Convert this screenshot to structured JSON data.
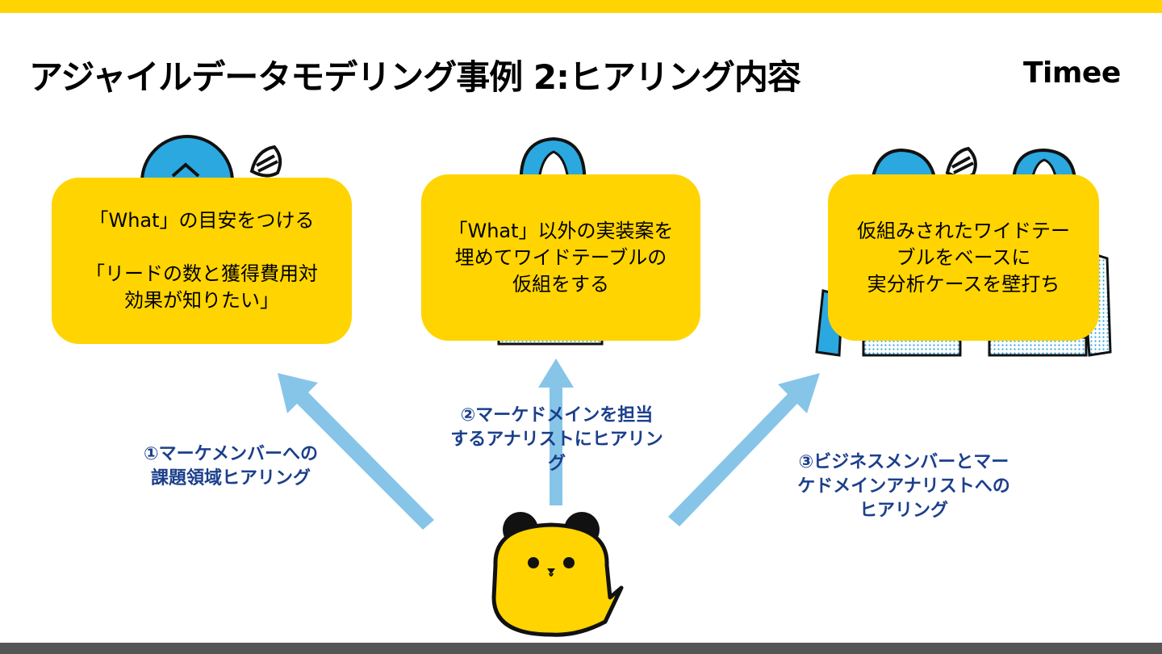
{
  "slide": {
    "title": "アジャイルデータモデリング事例 2:ヒアリング内容",
    "logo": "Timee"
  },
  "colors": {
    "accent_yellow": "#FFD400",
    "arrow_blue": "#86C5E8",
    "person_blue": "#2BA8E0",
    "step_text": "#1B3F8B",
    "footer_gray": "#555555"
  },
  "cards": [
    {
      "lines": [
        "「What」の目安をつける",
        "",
        "「リードの数と獲得費用対",
        "効果が知りたい」"
      ]
    },
    {
      "lines": [
        "「What」以外の実装案を",
        "埋めてワイドテーブルの",
        "仮組をする"
      ]
    },
    {
      "lines": [
        "仮組みされたワイドテー",
        "ブルをベースに",
        "実分析ケースを壁打ち"
      ]
    }
  ],
  "steps": [
    {
      "lines": [
        "①マーケメンバーへの",
        "課題領域ヒアリング"
      ]
    },
    {
      "lines": [
        "②マーケドメインを担当",
        "するアナリストにヒアリン",
        "グ"
      ]
    },
    {
      "lines": [
        "③ビジネスメンバーとマー",
        "ケドメインアナリストへの",
        "ヒアリング"
      ]
    }
  ],
  "icons": [
    "person-illustration",
    "mascot-icon",
    "arrow-icon"
  ]
}
